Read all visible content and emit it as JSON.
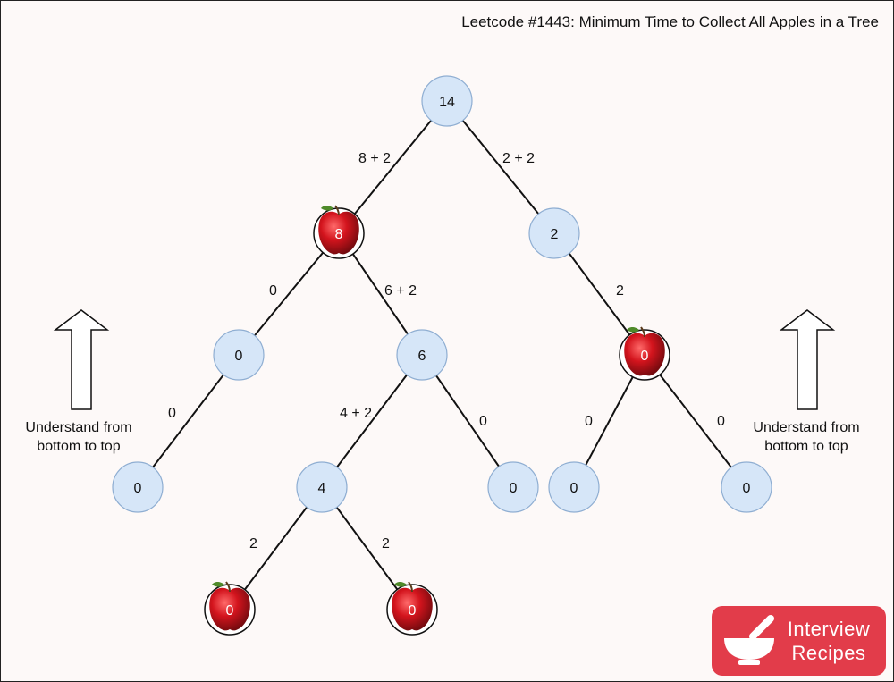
{
  "title": "Leetcode #1443: Minimum Time to Collect All Apples in a Tree",
  "nodes": {
    "root": {
      "value": "14",
      "apple": false
    },
    "a": {
      "value": "8",
      "apple": true
    },
    "b": {
      "value": "2",
      "apple": false
    },
    "c": {
      "value": "0",
      "apple": false
    },
    "d": {
      "value": "6",
      "apple": false
    },
    "e": {
      "value": "0",
      "apple": true
    },
    "f": {
      "value": "0",
      "apple": false
    },
    "g": {
      "value": "4",
      "apple": false
    },
    "h": {
      "value": "0",
      "apple": false
    },
    "i": {
      "value": "0",
      "apple": false
    },
    "j": {
      "value": "0",
      "apple": false
    },
    "k": {
      "value": "0",
      "apple": true
    },
    "l": {
      "value": "0",
      "apple": true
    }
  },
  "edges": {
    "root_a": "8 + 2",
    "root_b": "2 + 2",
    "a_c": "0",
    "a_d": "6 + 2",
    "b_e": "2",
    "c_f": "0",
    "d_g": "4 + 2",
    "d_h": "0",
    "e_i": "0",
    "e_j": "0",
    "g_k": "2",
    "g_l": "2"
  },
  "hints": {
    "left": "Understand from bottom to top",
    "right": "Understand from bottom to top"
  },
  "logo": {
    "line1": "Interview",
    "line2": "Recipes"
  },
  "colors": {
    "node_fill": "#d6e6f8",
    "node_stroke": "#8faed2",
    "apple_red": "#c81620",
    "logo_bg": "#e23c4a"
  }
}
